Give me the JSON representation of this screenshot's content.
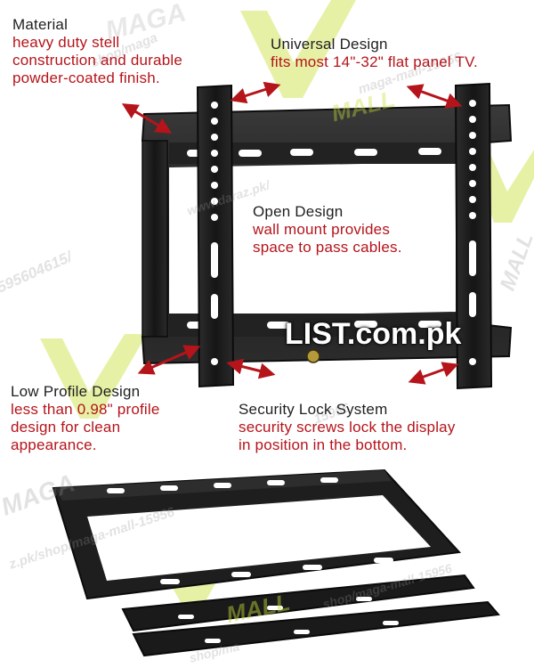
{
  "annotations": {
    "material": {
      "title": "Material",
      "lines": [
        "heavy duty stell",
        "construction and durable",
        "powder-coated finish."
      ]
    },
    "universal": {
      "title": "Universal Design",
      "lines": [
        "fits most 14\"-32\" flat panel TV."
      ]
    },
    "open": {
      "title": "Open Design",
      "lines": [
        "wall mount provides",
        "space to pass cables."
      ]
    },
    "low_profile": {
      "title": "Low Profile Design",
      "lines": [
        "less than 0.98\" profile",
        "design for clean",
        "appearance."
      ]
    },
    "security": {
      "title": "Security Lock System",
      "lines": [
        "security screws lock the display",
        "in position in the bottom."
      ]
    }
  },
  "watermarks": {
    "brand_maga": "MAGA",
    "brand_mall": "MALL",
    "url_1": "z.pk/shop/maga-mall-15956",
    "url_2": "shop/maga-mall-15956",
    "url_3": "maga-mall-15956",
    "url_4": "595604615/",
    "url_5": "www.daraz.pk/",
    "url_6": "shop/maga",
    "url_7": "15956",
    "url_8": "shop/ma"
  },
  "site_watermark": "LIST.com.pk",
  "colors": {
    "annotation_text": "#b5141b",
    "arrow": "#b5141b",
    "mount": "#1d1d1d",
    "watermark_green": "#c9df3a"
  }
}
